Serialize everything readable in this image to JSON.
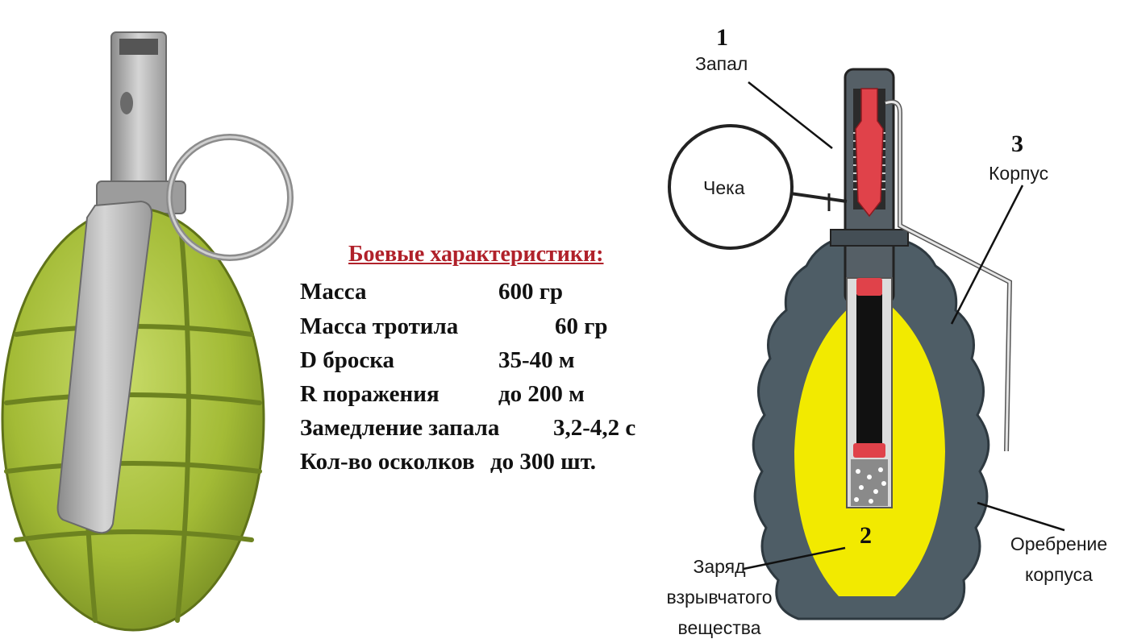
{
  "specs": {
    "title": "Боевые характеристики:",
    "rows": [
      {
        "label": "Масса",
        "value": "600 гр"
      },
      {
        "label": "Масса тротила",
        "value": "60 гр"
      },
      {
        "label": "D броска",
        "value": "35-40 м"
      },
      {
        "label": "R поражения",
        "value": "до 200 м"
      },
      {
        "label": "Замедление запала",
        "value": "3,2-4,2 с"
      },
      {
        "label": "Кол-во осколков",
        "value": "до 300 шт."
      }
    ]
  },
  "diagram": {
    "fuse": {
      "number": "1",
      "label": "Запал"
    },
    "pin": {
      "label": "Чека"
    },
    "body": {
      "number": "3",
      "label": "Корпус"
    },
    "charge": {
      "number": "2",
      "label_lines": [
        "Заряд",
        "взрывчатого",
        "вещества"
      ]
    },
    "ribbing": {
      "label_lines": [
        "Оребрение",
        "корпуса"
      ]
    }
  },
  "colors": {
    "grenade_body": "#a8c13a",
    "steel": "#a9a9a9",
    "shell": "#4e5d66",
    "explosive": "#f2ea00",
    "fuse_red": "#e0424a",
    "title_red": "#b0212a"
  }
}
